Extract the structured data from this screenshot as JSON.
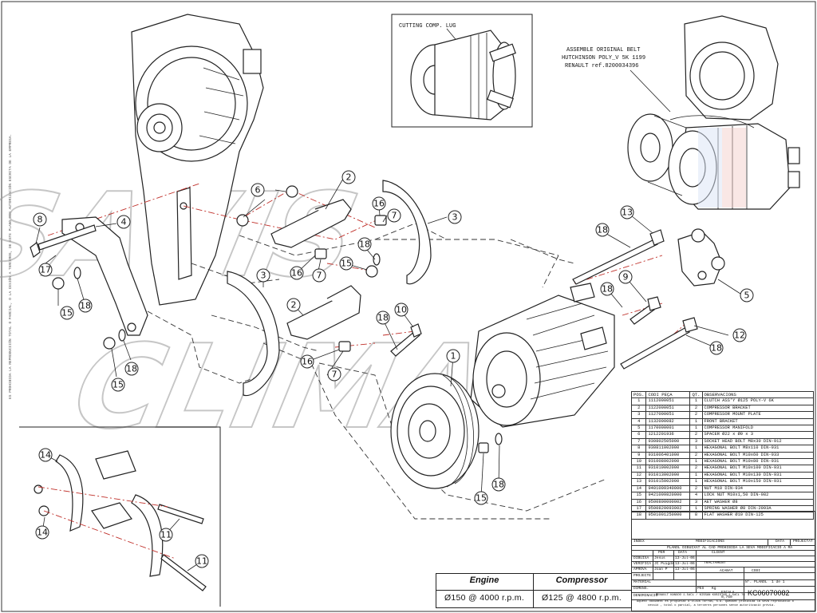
{
  "watermark": {
    "line1": "SAVIS",
    "line2": "CLIMA"
  },
  "side_legal_text": "ES PROHIBIDA LA REPRODUCCIÓN TOTAL O PARCIAL, O LA CESIÓN A TERCEROS, DE ESTE PLANO SIN AUTORIZACIÓN ESCRITA DE LA EMPRESA.",
  "inset_top": {
    "label": "CUTTING COMP. LUG"
  },
  "inset_right": {
    "note_line1": "ASSEMBLE ORIGINAL BELT",
    "note_line2": "HUTCHINSON POLY_V 5K 1199",
    "note_line3": "RENAULT ref.8200034396"
  },
  "callouts": [
    "1",
    "2",
    "3",
    "4",
    "5",
    "6",
    "7",
    "8",
    "9",
    "10",
    "11",
    "12",
    "13",
    "14",
    "15",
    "16",
    "17",
    "18"
  ],
  "parts_list": {
    "headers": {
      "pos": "POS.",
      "code": "CODI PEÇA",
      "qty": "QT.",
      "obs": "OBSERVACIONS"
    },
    "rows": [
      {
        "pos": "1",
        "code": "1112000051",
        "qty": "1",
        "obs": "CLUTCH ASS'Y Ø125 POLY-V 6K"
      },
      {
        "pos": "2",
        "code": "1122000051",
        "qty": "2",
        "obs": "COMPRESSOR BRACKET"
      },
      {
        "pos": "3",
        "code": "1127000051",
        "qty": "2",
        "obs": "COMPRESSOR MOUNT PLATE"
      },
      {
        "pos": "4",
        "code": "1132000082",
        "qty": "1",
        "obs": "FRONT BRACKET"
      },
      {
        "pos": "5",
        "code": "1170000001",
        "qty": "1",
        "obs": "COMPRESSOR MANIFOLD"
      },
      {
        "pos": "6",
        "code": "1212201936",
        "qty": "2",
        "obs": "SPACER Ø22 x Ø9 x 3"
      },
      {
        "pos": "7",
        "code": "930802505000",
        "qty": "3",
        "obs": "SOCKET HEAD BOLT M8x30 DIN-912"
      },
      {
        "pos": "8",
        "code": "930811002000",
        "qty": "1",
        "obs": "HEXAGONAL BOLT M8x110 DIN-931"
      },
      {
        "pos": "9",
        "code": "931006401000",
        "qty": "2",
        "obs": "HEXAGONAL BOLT M10x60 DIN-933"
      },
      {
        "pos": "10",
        "code": "931008002000",
        "qty": "1",
        "obs": "HEXAGONAL BOLT M10x80 DIN-931"
      },
      {
        "pos": "11",
        "code": "931010002000",
        "qty": "2",
        "obs": "HEXAGONAL BOLT M10x100 DIN-931"
      },
      {
        "pos": "12",
        "code": "931013002000",
        "qty": "1",
        "obs": "HEXAGONAL BOLT M10x130 DIN-931"
      },
      {
        "pos": "13",
        "code": "931015002000",
        "qty": "1",
        "obs": "HEXAGONAL BOLT M10x150 DIN-931"
      },
      {
        "pos": "14",
        "code": "9401009340000",
        "qty": "2",
        "obs": "NUT M10 DIN-934"
      },
      {
        "pos": "15",
        "code": "9421009820000",
        "qty": "4",
        "obs": "LOCK NUT M10x1,50 DIN-982"
      },
      {
        "pos": "16",
        "code": "9500800000002",
        "qty": "3",
        "obs": "AET WASHER Ø8"
      },
      {
        "pos": "17",
        "code": "9500820093002",
        "qty": "1",
        "obs": "SPRING WASHER Ø8 DIN-2093A"
      },
      {
        "pos": "18",
        "code": "9501001250000",
        "qty": "8",
        "obs": "FLAT WASHER Ø10 DIN-125"
      }
    ]
  },
  "title_block": {
    "index": "ÍNDEX",
    "modifications": "MODIFICACIONS",
    "date": "DATA",
    "projectat": "PROJECTAT",
    "copyright_line": "PLÀNOL DIBUIXAT AL CAD PROHIBIDA LA SEVA MODIFICACIÓ A MÀ",
    "per": "PER",
    "data": "DATA",
    "client": "CLIENT",
    "rows": [
      {
        "label": "DIBUIXA",
        "per": "Jesus",
        "date": "13-Jul-06"
      },
      {
        "label": "VERIFICA",
        "per": "JC Puigdà",
        "date": "13-Jul-06"
      },
      {
        "label": "APROVA",
        "per": "Joan P",
        "date": "13-Jul-06"
      }
    ],
    "tractament": "TRACTAMENT",
    "projecte": "PROJECTE",
    "acabat": "ACABAT",
    "codi": "CODI",
    "material": "MATERIAL",
    "dimens": "DIMENS.",
    "pes": "PES",
    "kg": "Kg",
    "plano_no_label": "Nº. PLÀNOL",
    "sheet": "1 de 1",
    "denominacio_label": "DENOMINACIÓ",
    "denominacio": "RENAULT KANGOO 1.5dCi / NISSAN KUBISTAR 1.5dCi 76",
    "escala_label": "ESCALA",
    "escala": "0,750",
    "drawing_no": "KC06070082",
    "footer_line1": "Aquest document és propietat d'Oliva Torras, S.A. quedant prohibida la seva reproducció o",
    "footer_line2": "cessió , total o parcial, a terceres persones sense autorització prèvia."
  },
  "speed_table": {
    "engine_label": "Engine",
    "compressor_label": "Compressor",
    "engine_value": "Ø150 @ 4000 r.p.m.",
    "compressor_value": "Ø125 @ 4800 r.p.m."
  }
}
